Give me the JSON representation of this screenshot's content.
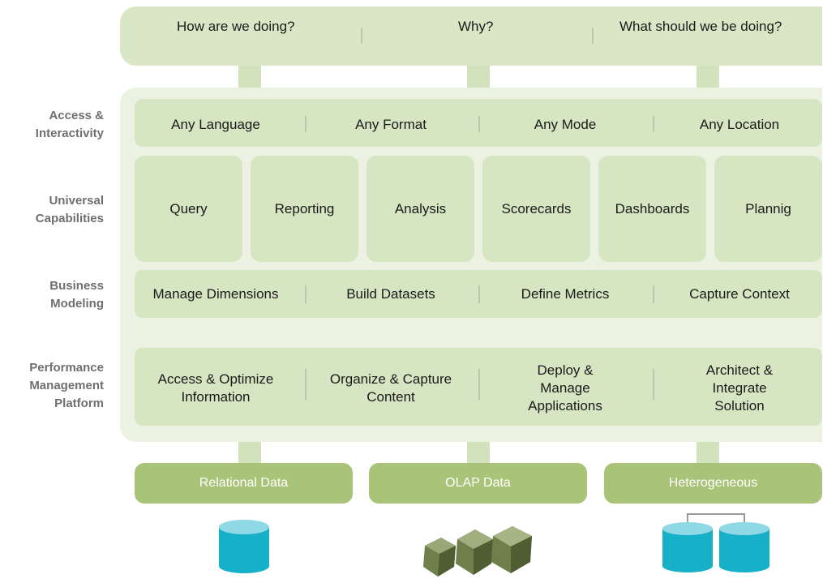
{
  "questions": [
    "How are we doing?",
    "Why?",
    "What should we be doing?"
  ],
  "side_labels": {
    "access": "Access &\nInteractivity",
    "universal": "Universal\nCapabilities",
    "business": "Business\nModeling",
    "performance": "Performance\nManagement\nPlatform"
  },
  "access_row": [
    "Any Language",
    "Any Format",
    "Any Mode",
    "Any Location"
  ],
  "capabilities": [
    "Query",
    "Reporting",
    "Analysis",
    "Scorecards",
    "Dashboards",
    "Plannig"
  ],
  "business_row": [
    "Manage Dimensions",
    "Build Datasets",
    "Define Metrics",
    "Capture Context"
  ],
  "platform_row": [
    "Access & Optimize\nInformation",
    "Organize & Capture\nContent",
    "Deploy &\nManage\nApplications",
    "Architect &\nIntegrate\nSolution"
  ],
  "data_sources": [
    "Relational Data",
    "OLAP Data",
    "Heterogeneous"
  ],
  "colors": {
    "top_bar": "#d9e7c7",
    "panel": "#ebf2e1",
    "row": "#d6e5c2",
    "data_source": "#a9c478",
    "database": "#16b0c9",
    "database_top": "#8fd8e6",
    "cube": "#6f7f4c"
  },
  "icons": {
    "relational": "database-cylinder-icon",
    "olap": "olap-cubes-icon",
    "heterogeneous": "linked-databases-icon"
  }
}
